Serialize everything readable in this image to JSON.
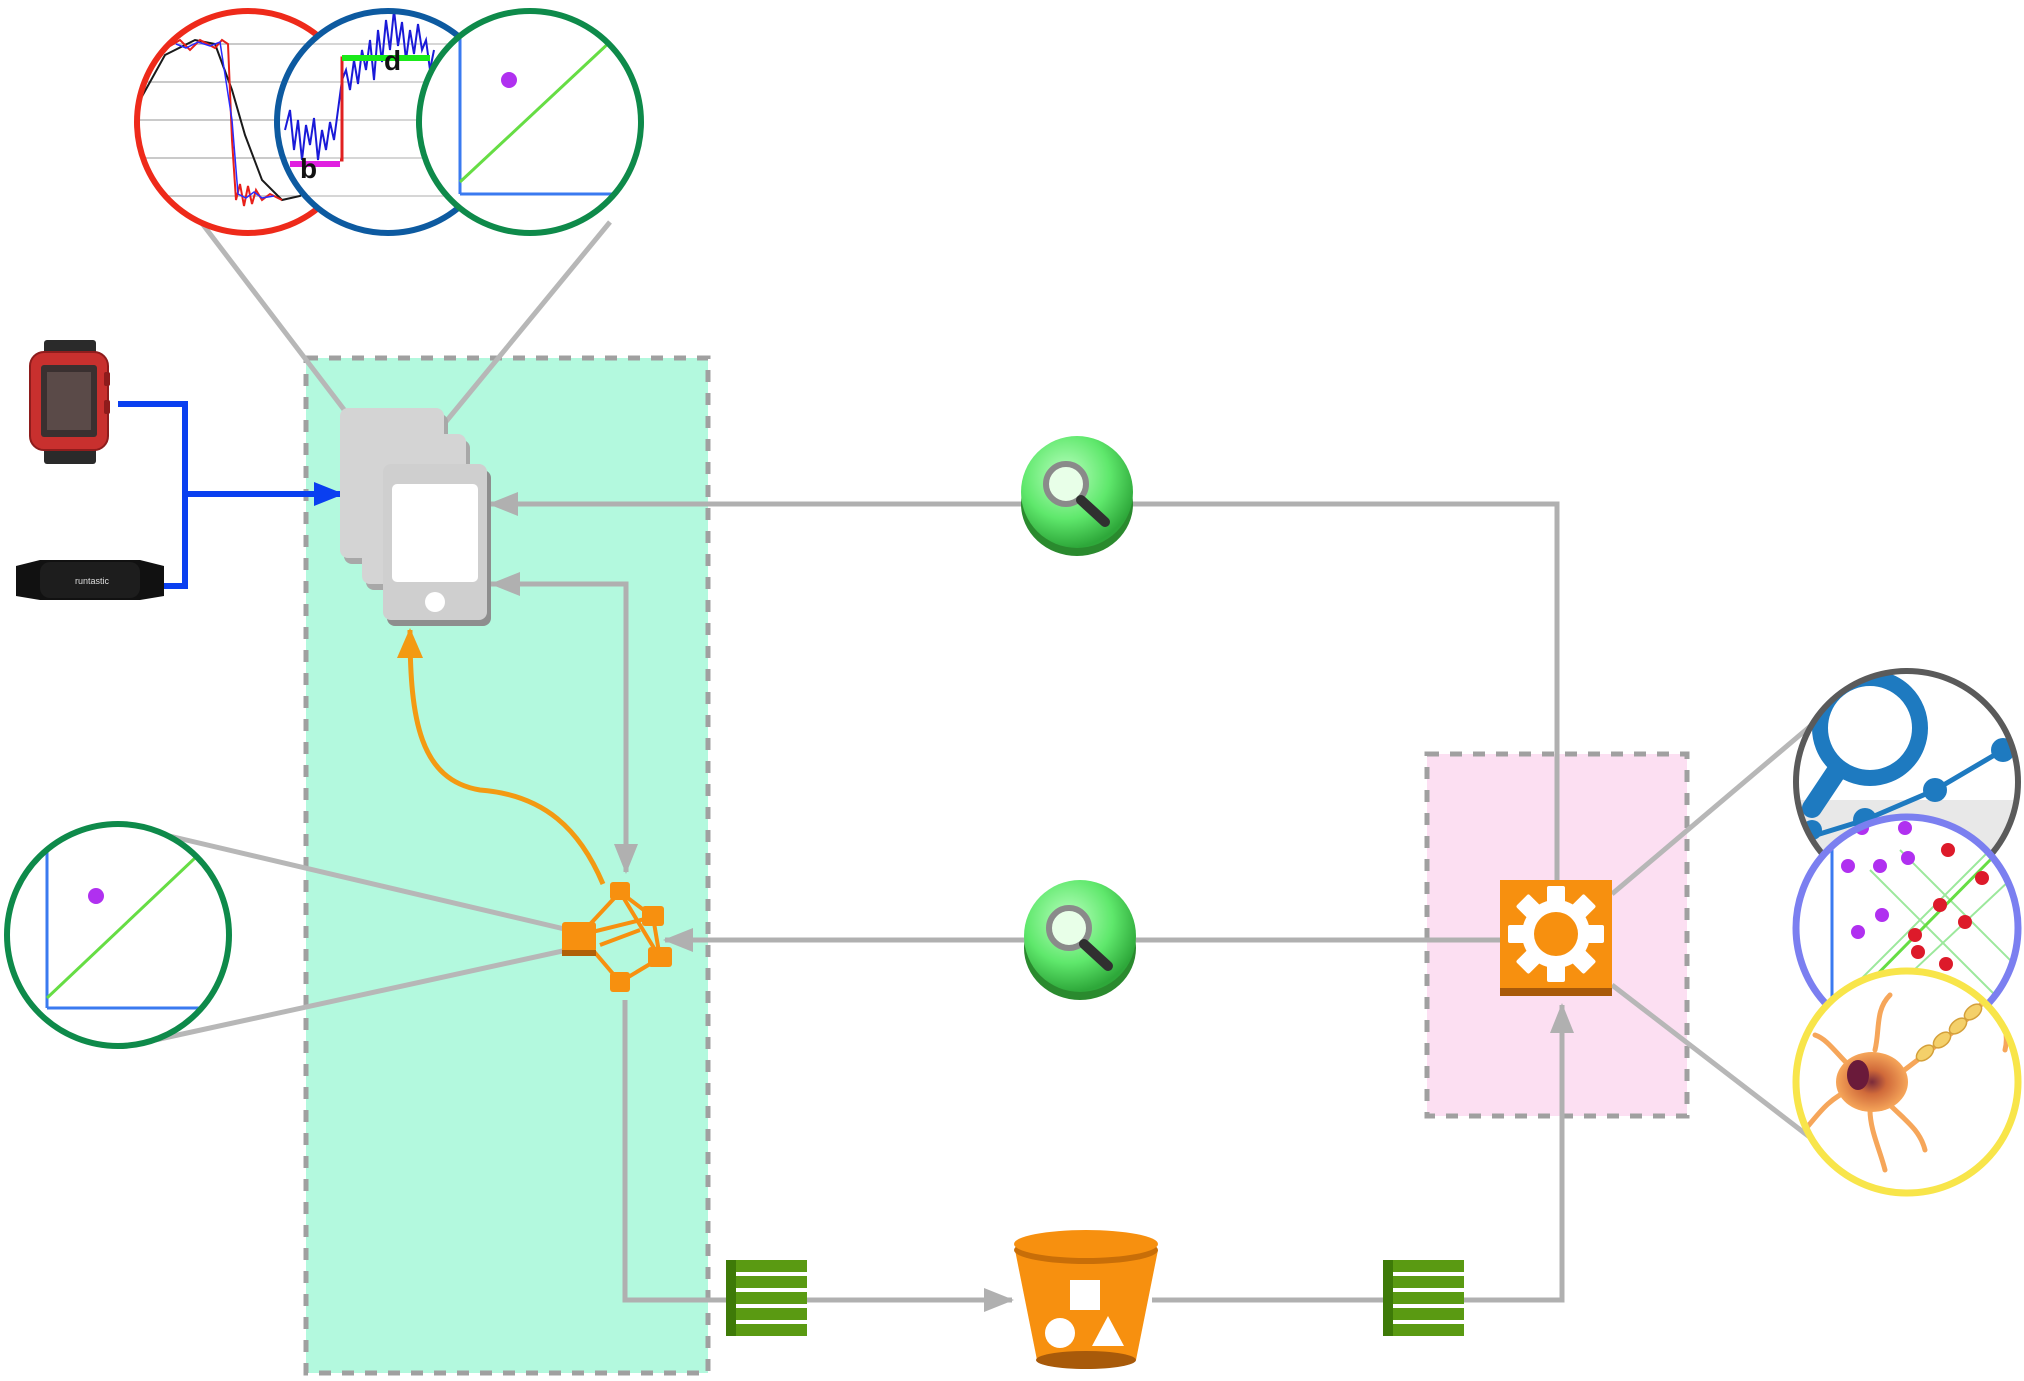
{
  "diagram": {
    "labels": {
      "pulse_marker_b": "b",
      "pulse_marker_d": "d",
      "heart_strap_brand": "runtastic"
    },
    "colors": {
      "client_zone": "#b3f9de",
      "server_zone": "#fcdff2",
      "zone_border": "#a0a0a0",
      "connector": "#b0b0b0",
      "sensor_link": "#0a3ff0",
      "feedback_arrow": "#f39a12",
      "aws_orange": "#f7900f",
      "search_green": "#6ef07a",
      "record_green": "#5a9a12",
      "circle_red": "#ee2a1a",
      "circle_blue": "#0d5aa0",
      "circle_green": "#0e8a4a",
      "circle_gray": "#5a5a5a",
      "circle_violet": "#7b7ff0",
      "circle_yellow": "#f8e54a"
    },
    "icons": [
      "smartwatch-icon",
      "heart-rate-strap-icon",
      "mobile-devices-icon",
      "search-icon",
      "kinesis-stream-icon",
      "s3-bucket-icon",
      "data-records-icon",
      "processing-gear-icon"
    ]
  }
}
